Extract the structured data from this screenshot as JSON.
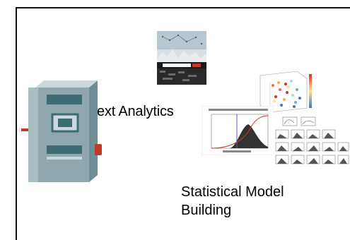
{
  "labels": {
    "text_analytics": "ext Analytics",
    "stat_model_line1": "Statistical Model",
    "stat_model_line2": "Building"
  },
  "icons": {
    "server": "server-cabinet-icon",
    "book_cover": "book-cover-image",
    "scatter_3d": "3d-scatter-plot-image",
    "distribution_plot": "distribution-plot-image",
    "plot_grid": "plot-grid-image"
  },
  "colors": {
    "server_body": "#8fa8ad",
    "server_dark": "#3f6b73",
    "server_light": "#c9d8dc",
    "accent_red": "#c0392b"
  }
}
